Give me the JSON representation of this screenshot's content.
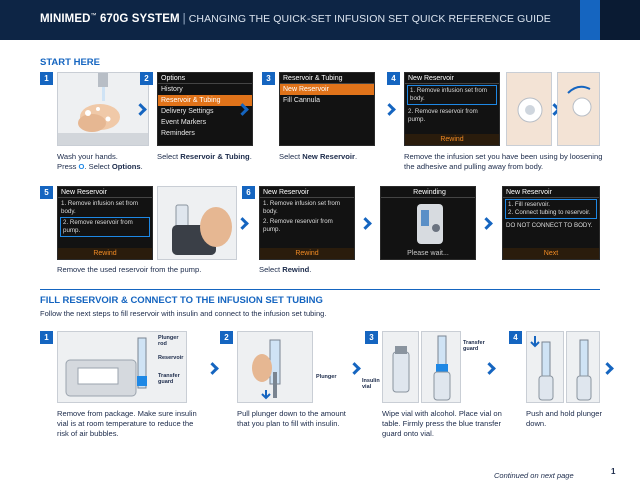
{
  "header": {
    "brand": "MINIMED",
    "tm": "™",
    "system": "670G SYSTEM",
    "divider": "|",
    "subtitle": "CHANGING THE QUICK-SET INFUSION SET QUICK REFERENCE GUIDE"
  },
  "start": {
    "title": "START HERE",
    "steps": [
      {
        "num": "1",
        "caption_line1": "Wash your hands.",
        "caption_pre": "Press ",
        "caption_icon": "O",
        "caption_mid": ". Select ",
        "caption_bold": "Options",
        "caption_end": "."
      },
      {
        "num": "2",
        "caption_pre": "Select ",
        "caption_bold": "Reservoir & Tubing",
        "caption_end": "."
      },
      {
        "num": "3",
        "caption_pre": "Select ",
        "caption_bold": "New Reservoir",
        "caption_end": "."
      },
      {
        "num": "4",
        "caption": "Remove the infusion set you have been using by loosening the adhesive and pulling away from body."
      },
      {
        "num": "5",
        "caption": "Remove the used reservoir from the pump."
      },
      {
        "num": "6",
        "caption_pre": "Select ",
        "caption_bold": "Rewind",
        "caption_end": "."
      }
    ],
    "screen_options": {
      "header": "Options",
      "items": [
        "History",
        "Reservoir & Tubing",
        "Delivery Settings",
        "Event Markers",
        "Reminders"
      ]
    },
    "screen_res_tubing": {
      "header": "Reservoir & Tubing",
      "items": [
        "New Reservoir",
        "Fill Cannula"
      ]
    },
    "screen_new_res_a": {
      "header": "New Reservoir",
      "line1": "1. Remove infusion set from body.",
      "line2": "2. Remove reservoir from pump.",
      "button": "Rewind"
    },
    "screen_new_res_b": {
      "header": "New Reservoir",
      "line1": "1. Remove infusion set from body.",
      "line2": "2. Remove reservoir from pump.",
      "button": "Rewind"
    },
    "screen_new_res_c": {
      "header": "New Reservoir",
      "line1": "1. Remove infusion set from body.",
      "line2": "2. Remove reservoir from pump.",
      "button": "Rewind"
    },
    "screen_rewinding": {
      "header": "Rewinding",
      "footer": "Please wait..."
    },
    "screen_new_res_d": {
      "header": "New Reservoir",
      "line1": "1. Fill reservoir.",
      "line2": "2. Connect tubing to reservoir.",
      "line3": "DO NOT CONNECT TO BODY.",
      "button": "Next"
    }
  },
  "fill": {
    "title": "FILL RESERVOIR & CONNECT TO THE INFUSION SET TUBING",
    "subtitle": "Follow the next steps to fill reservoir with insulin and connect to the infusion set tubing.",
    "steps": [
      {
        "num": "1",
        "caption": "Remove from package. Make sure insulin vial is at room temperature to reduce the risk of air bubbles."
      },
      {
        "num": "2",
        "caption": "Pull plunger down to the amount that you plan to fill with insulin."
      },
      {
        "num": "3",
        "caption": "Wipe vial with alcohol. Place vial on table. Firmly press the blue transfer guard onto vial."
      },
      {
        "num": "4",
        "caption": "Push and hold plunger down."
      }
    ],
    "labels": {
      "plunger_rod": "Plunger rod",
      "reservoir": "Reservoir",
      "transfer_guard": "Transfer guard",
      "plunger": "Plunger",
      "transfer_guard_2": "Transfer guard",
      "insulin_vial": "Insulin vial"
    }
  },
  "footer": {
    "continued": "Continued on next page",
    "page": "1"
  },
  "colors": {
    "navy": "#0d2545",
    "accent_blue": "#1565c0",
    "menu_orange": "#e0731a"
  }
}
